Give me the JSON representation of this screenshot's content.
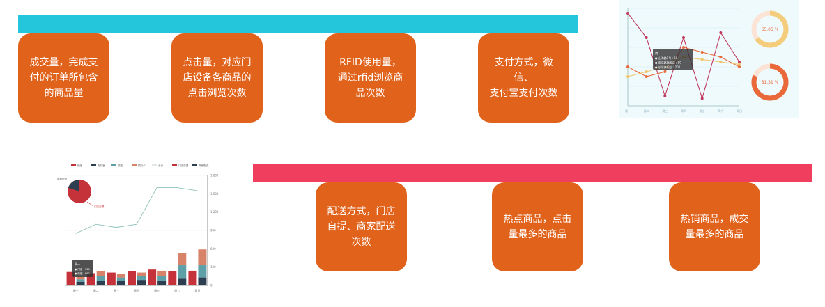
{
  "cards": [
    {
      "text": "成交量，完成支\n付的订单所包含\n的商品量"
    },
    {
      "text": "点击量，对应门\n店设备各商品的\n点击浏览次数"
    },
    {
      "text": "RFID使用量，\n通过rfid浏览商\n品次数"
    },
    {
      "text": "支付方式，微信、\n支付宝支付次数"
    },
    {
      "text": "配送方式，门店\n自提、商家配送\n次数"
    },
    {
      "text": "热点商品，点击\n量最多的商品"
    },
    {
      "text": "热销商品，成交\n量最多的商品"
    }
  ],
  "colors": {
    "top_bar": "#24c6dc",
    "bottom_bar": "#f03e5e",
    "card": "#e1621b"
  },
  "chart_data": [
    {
      "type": "line",
      "categories": [
        "周一",
        "周二",
        "周三",
        "周四",
        "周五",
        "周六",
        "周日"
      ],
      "series": [
        {
          "values": [
            190,
            140,
            20,
            140,
            15,
            150,
            90
          ]
        },
        {
          "values": [
            80,
            60,
            70,
            120,
            110,
            100,
            80
          ]
        },
        {
          "values": [
            60,
            70,
            80,
            100,
            95,
            90,
            85
          ]
        }
      ],
      "gauges": [
        {
          "value": 65.05,
          "label": "65.05 %"
        },
        {
          "value": 81.31,
          "label": "81.31 %"
        }
      ],
      "tooltip": {
        "title": "周二",
        "lines": [
          "● 山海路1号 : 50",
          "● 南京路旗舰店 : 50",
          "● 长宁旗舰店 : 200"
        ]
      }
    },
    {
      "type": "bar",
      "categories": [
        "周一",
        "周二",
        "周三",
        "周四",
        "周五",
        "周六",
        "周日"
      ],
      "legend": [
        "微信",
        "支付宝",
        "现金",
        "银行卡",
        "合计",
        "门店自提",
        "商家配送"
      ],
      "series": [
        {
          "values": [
            220,
            200,
            210,
            230,
            260,
            230,
            240
          ]
        },
        {
          "values": [
            60,
            80,
            70,
            90,
            80,
            110,
            130
          ]
        },
        {
          "values": [
            40,
            70,
            60,
            60,
            70,
            220,
            200
          ]
        },
        {
          "values": [
            40,
            80,
            60,
            60,
            90,
            200,
            260
          ]
        }
      ],
      "line": {
        "values": [
          850,
          1000,
          950,
          1000,
          1600,
          1600,
          1550
        ]
      },
      "yticks": [
        "0",
        "300",
        "600",
        "900",
        "1,200",
        "1,500",
        "1,800"
      ],
      "pie": {
        "labels": [
          "商家配送",
          "门店自提"
        ]
      },
      "tooltip": {
        "title": "周一",
        "lines": [
          "● 门店 : 320",
          "● 商家 : 862"
        ]
      }
    }
  ]
}
